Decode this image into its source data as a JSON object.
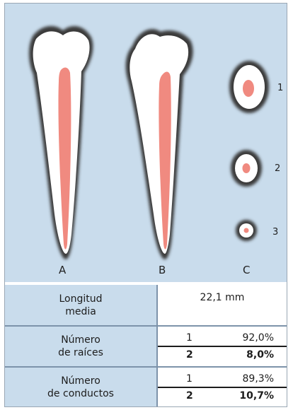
{
  "illustration": {
    "labels": {
      "a": "A",
      "b": "B",
      "c": "C"
    },
    "section_numbers": [
      "1",
      "2",
      "3"
    ],
    "colors": {
      "background": "#c9dcec",
      "tooth": "#ffffff",
      "shadow": "#3a3a3a",
      "pulp": "#f08a80"
    }
  },
  "table": {
    "row1": {
      "label_line1": "Longitud",
      "label_line2": "media",
      "value": "22,1 mm"
    },
    "row2": {
      "label_line1": "Número",
      "label_line2": "de raíces",
      "entries": [
        {
          "n": "1",
          "pct": "92,0%"
        },
        {
          "n": "2",
          "pct": "8,0%"
        }
      ]
    },
    "row3": {
      "label_line1": "Número",
      "label_line2": "de conductos",
      "entries": [
        {
          "n": "1",
          "pct": "89,3%"
        },
        {
          "n": "2",
          "pct": "10,7%"
        }
      ]
    }
  }
}
